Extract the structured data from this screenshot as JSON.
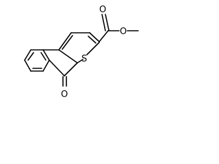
{
  "molecule": {
    "atoms": {
      "sulfur": "S",
      "ester_carbonyl_oxygen": "O",
      "ester_ether_oxygen": "O",
      "ketone_oxygen": "O"
    }
  }
}
